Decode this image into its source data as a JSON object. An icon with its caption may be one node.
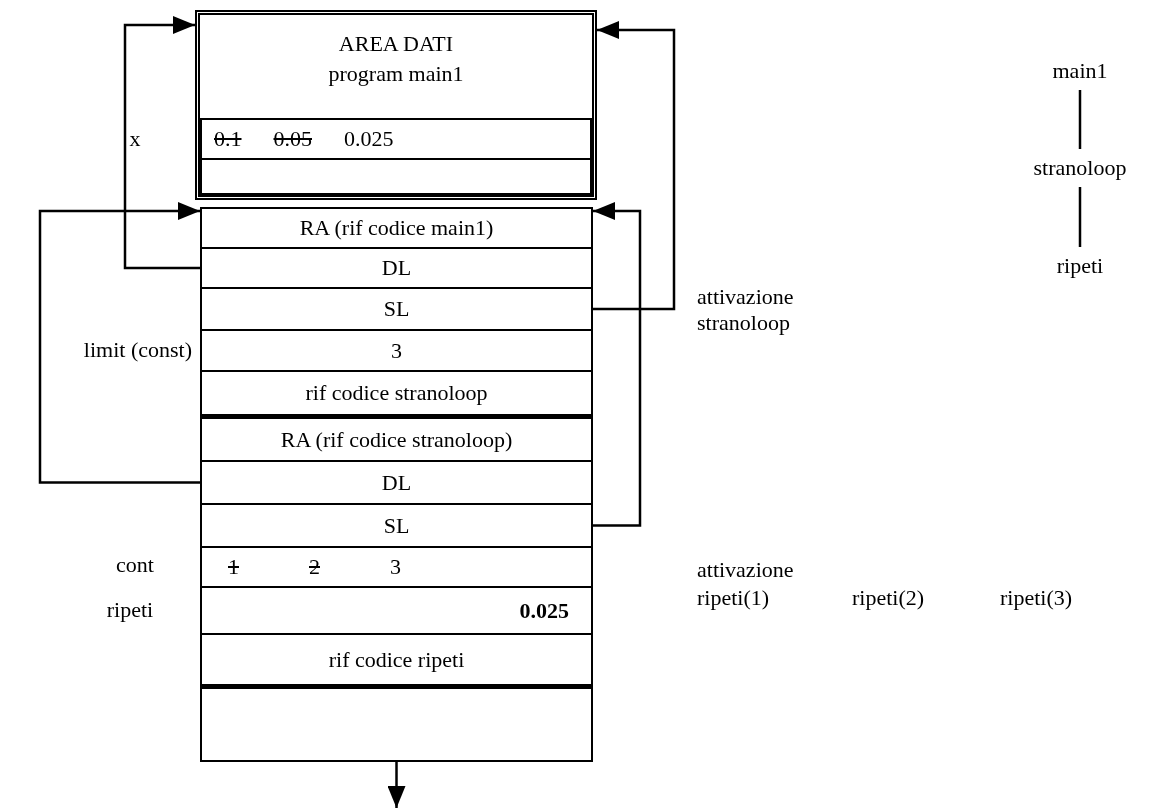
{
  "diagram": {
    "nodes": [
      {
        "text": [
          "AREA DATI program main1"
        ]
      },
      {
        "text": [
          "0.1",
          "0.05",
          "0.025"
        ],
        "in": 0,
        "beside": [
          "x"
        ]
      },
      {
        "text": [],
        "shape": "box",
        "in": 0
      },
      {
        "text": [
          "RA (rif codice main1)"
        ]
      },
      {
        "text": [
          "DL"
        ]
      },
      {
        "text": [
          "SL"
        ]
      },
      {
        "text": [
          "3"
        ],
        "beside": [
          "limit (const)"
        ]
      },
      {
        "text": [
          "rif codice stranoloop"
        ]
      },
      {
        "text": [
          "RA (rif codice stranoloop)"
        ]
      },
      {
        "text": [
          "DL"
        ]
      },
      {
        "text": [
          "SL"
        ]
      },
      {
        "text": [
          "1",
          "2",
          "3"
        ],
        "beside": [
          "cont"
        ]
      },
      {
        "text": [
          "0.025"
        ],
        "beside": [
          "ripeti"
        ]
      },
      {
        "text": [
          "rif codice ripeti"
        ]
      },
      {
        "text": [],
        "shape": "box"
      },
      {
        "text": [
          "main1"
        ]
      },
      {
        "text": [
          "stranoloop"
        ]
      },
      {
        "text": [
          "ripeti"
        ]
      }
    ],
    "edges": [
      {
        "from": 4,
        "to": 0,
        "arrow": "to"
      },
      {
        "from": 5,
        "to": 0,
        "arrow": "to"
      },
      {
        "from": 9,
        "to": 3,
        "arrow": "to"
      },
      {
        "from": 10,
        "to": 3,
        "arrow": "to"
      },
      {
        "from": 14,
        "to": null,
        "arrow": "to"
      },
      {
        "from": 15,
        "to": 16,
        "arrow": "none"
      },
      {
        "from": 16,
        "to": 17,
        "arrow": "none"
      }
    ],
    "labels": [
      "attivazione stranoloop",
      "attivazione",
      "ripeti(1)",
      "ripeti(2)",
      "ripeti(3)"
    ]
  }
}
